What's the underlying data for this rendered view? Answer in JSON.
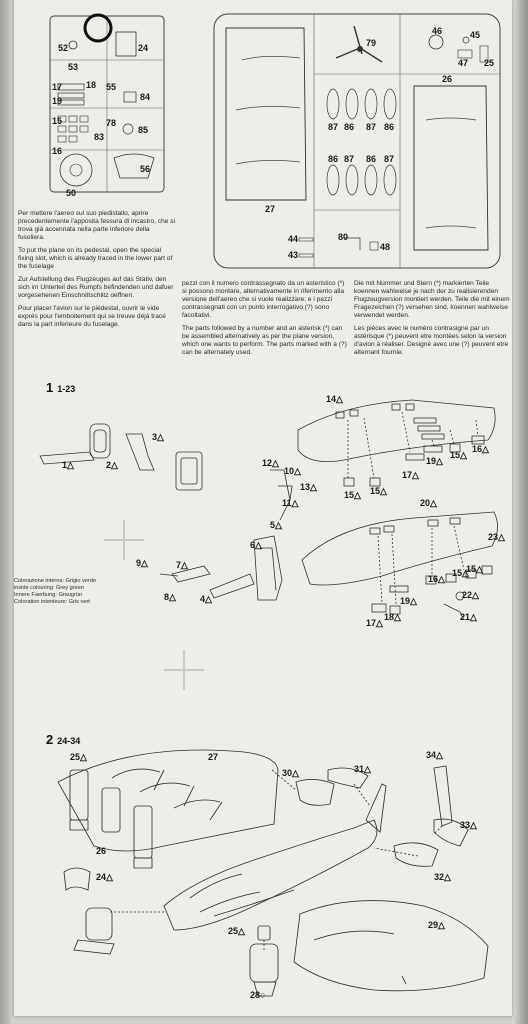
{
  "instructions": {
    "stand_text": {
      "it": "Per mettere l'aereo sul suo piedistallo, aprire precedentemente l'apposita fessura di incastro, che si trova già accennata nella parte inferiore della fusoliera.",
      "en": "To put the plane on its pedestal, open the special fixing slot, which is already traced in the lower part of the fuselage",
      "de": "Zur Aufstellung des Flugzeuges auf das Stativ, den sich im Unterteil des Rumpfs befindenden und dafuer vorgesehenen Einschnittschlitz oeffnen.",
      "fr": "Pour placer l'avion sur le piédestal, ouvrir le vide exprès pour l'emboitement qui se treuve déjà tracé dans la part inferieure du fuselage."
    },
    "alternative_text": {
      "it": "pezzi con il numero contrassegnato da un asteristico (*) si possono montare, alternativamente in riferimento alla versione dell'aereo che si vuole realizzare; e i pezzi contrassegnati con un punto interrogativo (?) sono facoltativi.",
      "en": "The parts followed by a number and an asterisk (*) can be assembled alternatively as per the plane version, which one wants to perform. The parts marked with a (?) can be alternately used.",
      "de": "Die mit Nummer und Stern (*) markierten Teile koennen wahlweise je nach der zu realisierenden Flugzeugversion montiert werden. Teile die mit einem Fragezeichen (?) versehen sind, koennen wahlweise verwendet werden.",
      "fr": "Les pièces avec le numéro contrasigne par un astérisque (*) peuvent etre montées selon la version d'avion à réaliser. Designé avec une (?) peuvent etre alternant fournie."
    },
    "colour_legend": [
      "Colorazione interna: Grigio verde",
      "inside colouring: Grey green",
      "Innere Faerbung: Graugrün",
      "Coloration intenieure: Gris vert"
    ]
  },
  "sprues": {
    "left_parts": [
      "52",
      "53",
      "24",
      "17",
      "18",
      "19",
      "55",
      "84",
      "15",
      "83",
      "78",
      "85",
      "16",
      "56",
      "50"
    ],
    "right_parts": [
      "79",
      "46",
      "45",
      "47",
      "25",
      "26",
      "87",
      "86",
      "87",
      "86",
      "86",
      "87",
      "86",
      "87",
      "27",
      "44",
      "43",
      "80",
      "48"
    ]
  },
  "step1": {
    "number": "1",
    "range": "1-23",
    "parts": [
      "1△",
      "2△",
      "3△",
      "14△",
      "15△",
      "15△",
      "17△",
      "19△",
      "15△",
      "16△",
      "12△",
      "10△",
      "13△",
      "11△",
      "5△",
      "6△",
      "9△",
      "7△",
      "8△",
      "4△",
      "20△",
      "23△",
      "15△",
      "15△",
      "16△",
      "19△",
      "22△",
      "21△",
      "17△",
      "18△"
    ]
  },
  "step2": {
    "number": "2",
    "range": "24-34",
    "parts": [
      "25△",
      "27",
      "26",
      "24△",
      "30△",
      "31△",
      "34△",
      "33△",
      "32△",
      "29△",
      "25△",
      "28○"
    ]
  }
}
